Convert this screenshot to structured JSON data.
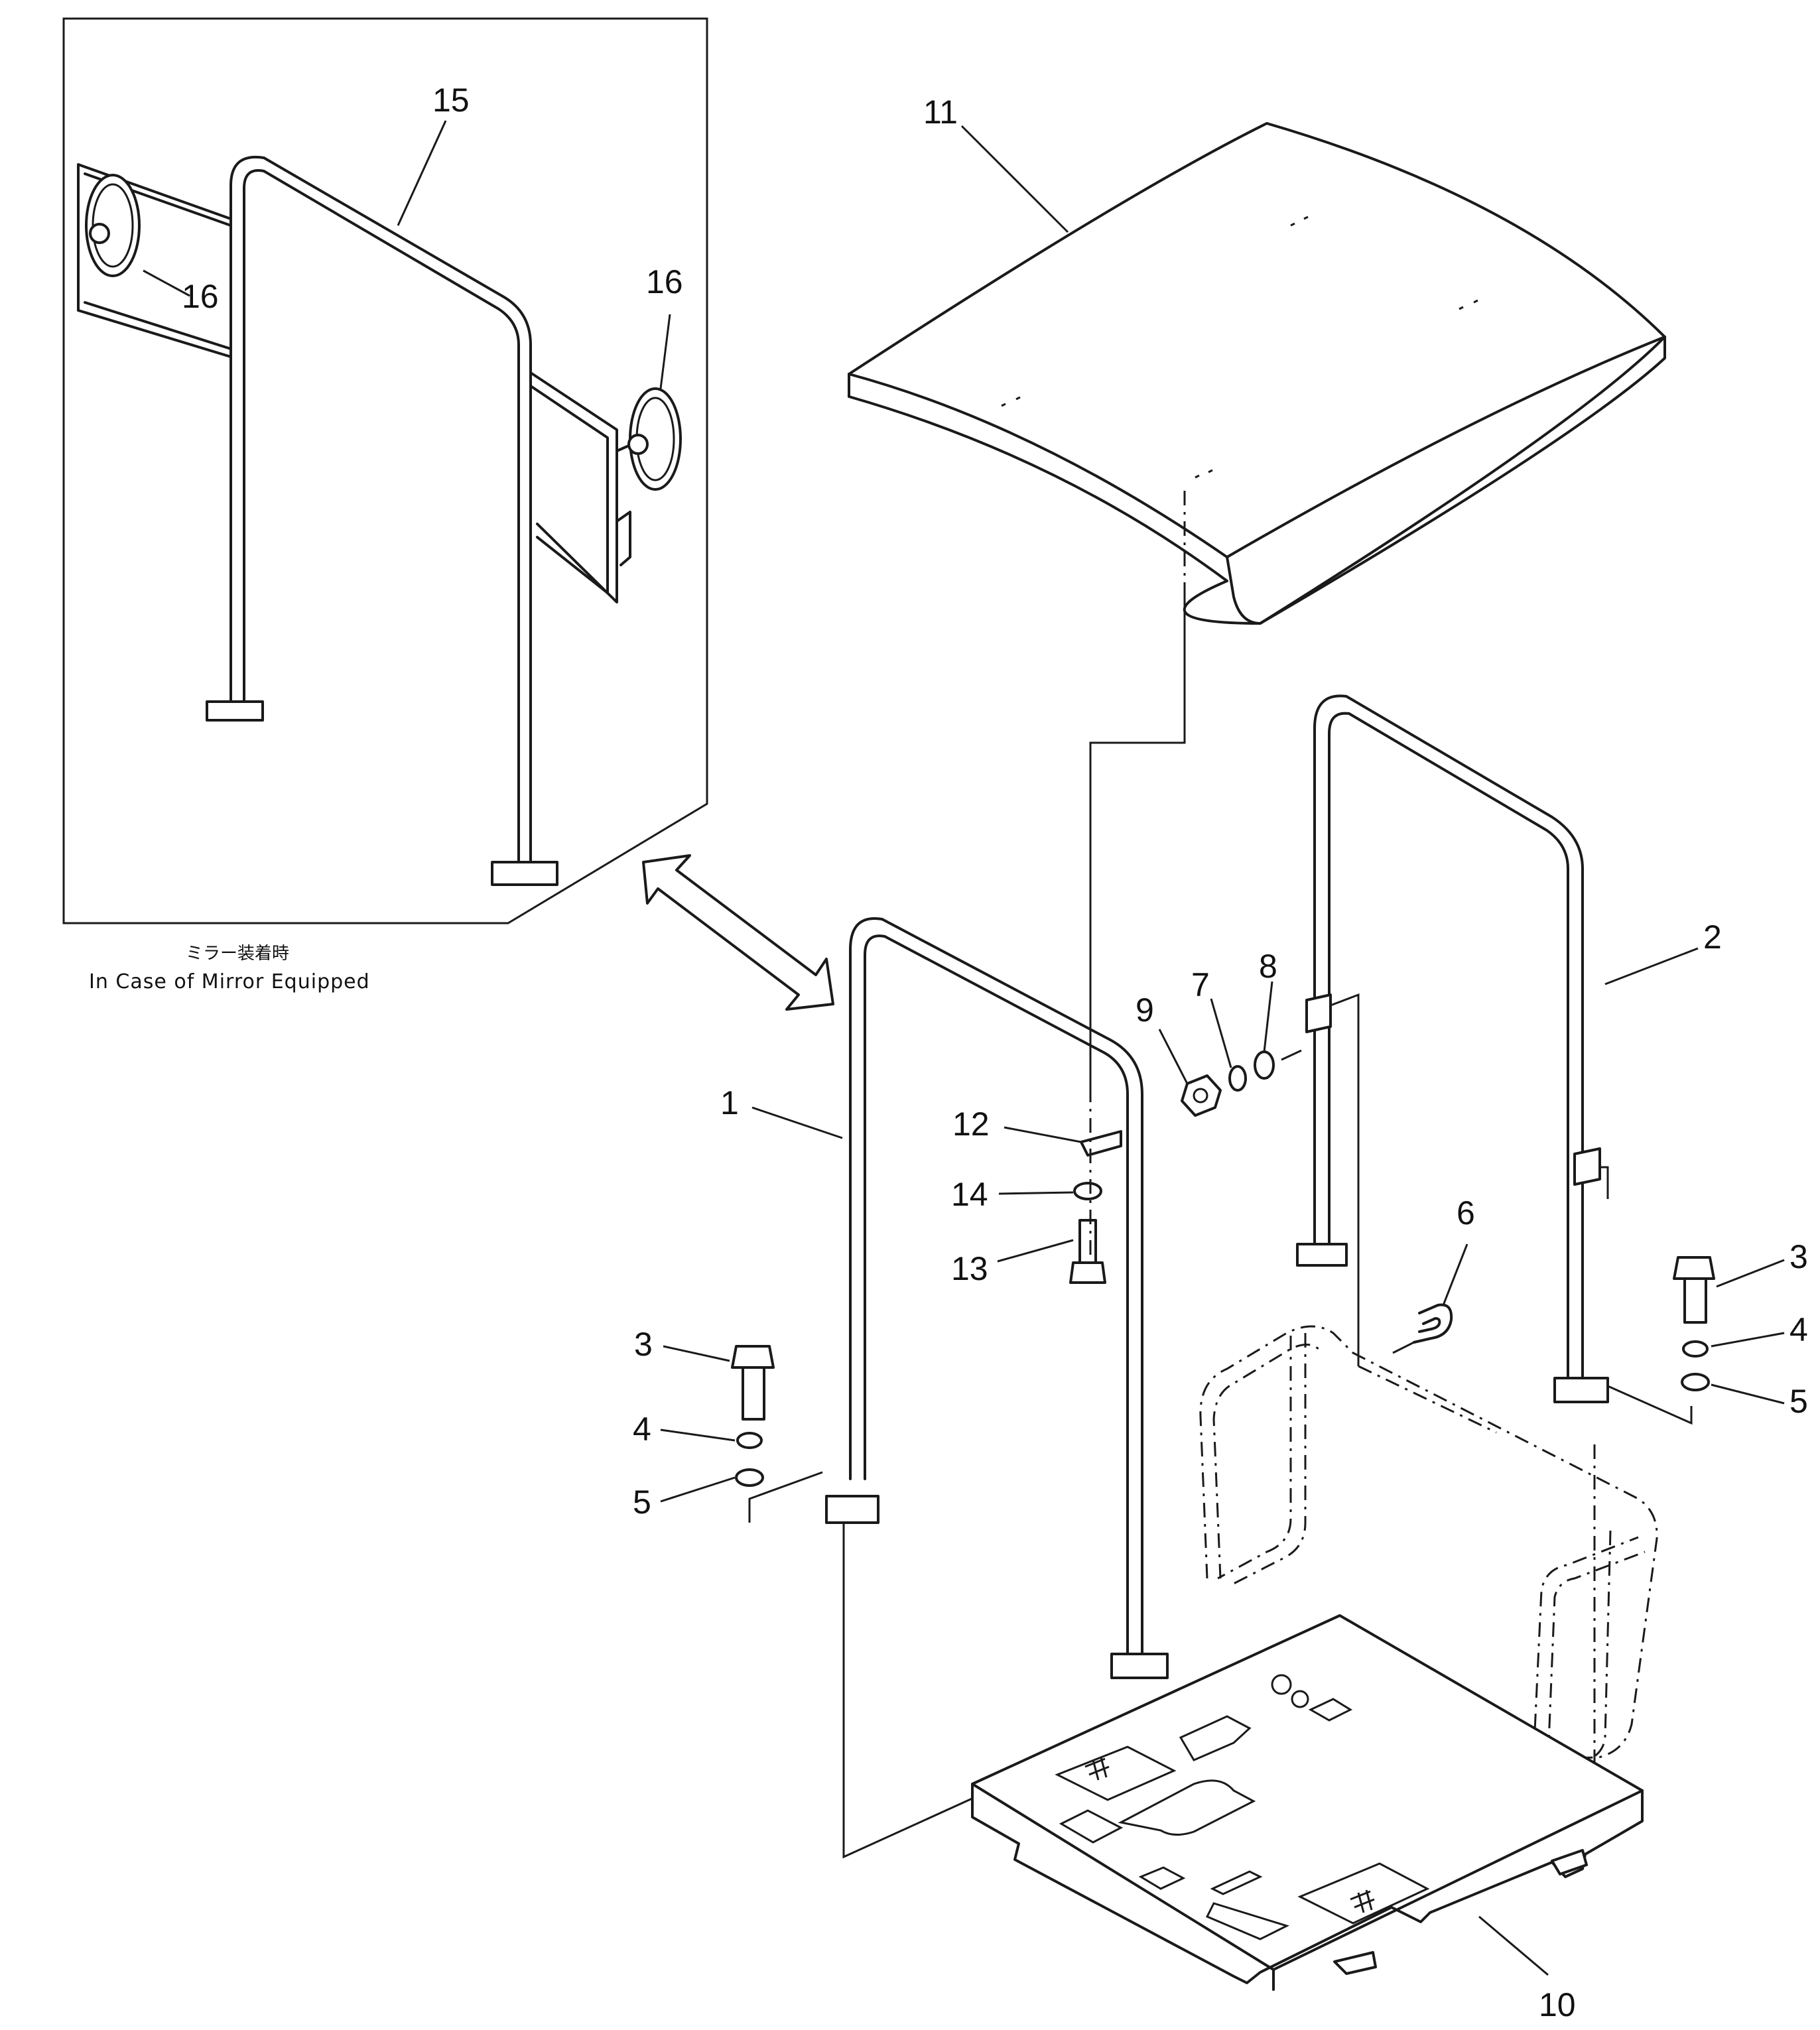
{
  "inset": {
    "caption_jp": "ミラー装着時",
    "caption_en": "In Case of Mirror Equipped",
    "callouts": [
      "15",
      "16",
      "16"
    ]
  },
  "callouts": [
    "1",
    "2",
    "3",
    "4",
    "5",
    "3",
    "4",
    "5",
    "6",
    "7",
    "8",
    "9",
    "10",
    "11",
    "12",
    "13",
    "14"
  ]
}
